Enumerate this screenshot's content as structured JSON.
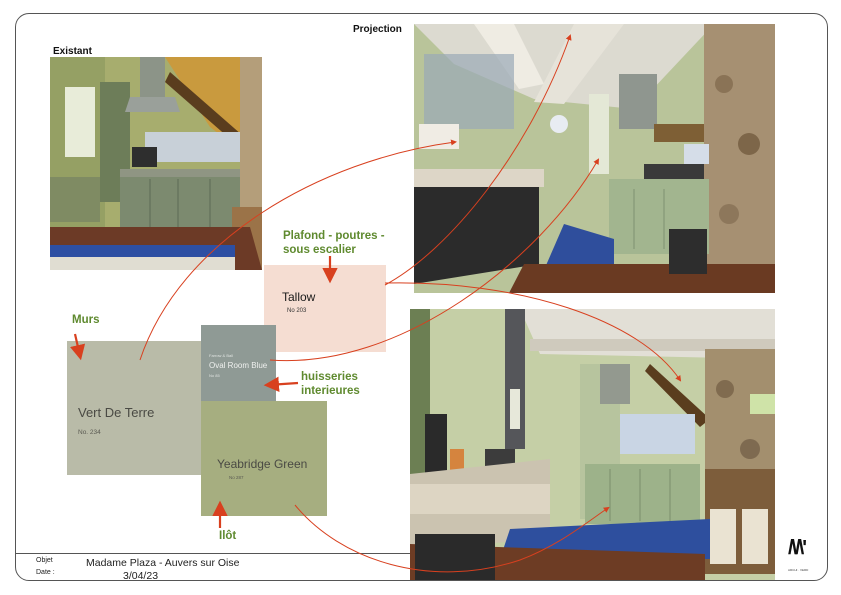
{
  "headings": {
    "existant": "Existant",
    "projection": "Projection"
  },
  "labels": {
    "plafond": "Plafond - poutres -\nsous escalier",
    "murs": "Murs",
    "huisseries": "huisseries\ninterieures",
    "ilot": "Ilôt"
  },
  "swatches": {
    "tallow": {
      "name": "Tallow",
      "number": "No 203",
      "color": "#f5ddd2"
    },
    "vert_de_terre": {
      "name": "Vert De Terre",
      "number": "No. 234",
      "color": "#b9bba8"
    },
    "oval_room_blue": {
      "brand": "Farrow & Ball",
      "name": "Oval Room Blue",
      "number": "No 85",
      "color": "#8f9a95"
    },
    "yeabridge_green": {
      "name": "Yeabridge Green",
      "number": "No 287",
      "color": "#a6ae80"
    }
  },
  "footer": {
    "objet_label": "Objet",
    "date_label": "Date :",
    "project": "Madame Plaza - Auvers sur Oise",
    "date": "3/04/23"
  },
  "logo": {
    "mark": "/\\/\\'",
    "subtitle": "ARCHI · VERD"
  },
  "colors": {
    "accent_green": "#5f8a2f",
    "arrow_red": "#d8401f",
    "kitchen_green": "#9fb28a",
    "wall_green": "#c7d1a8"
  }
}
